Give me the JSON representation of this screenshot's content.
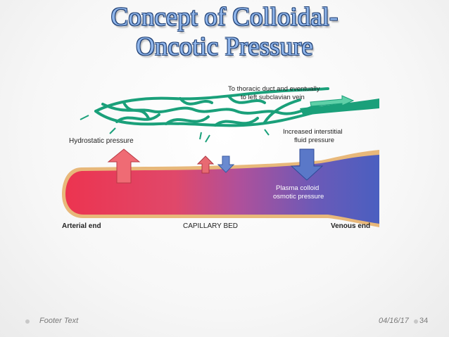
{
  "slide": {
    "title_line1": "Concept of Colloidal-",
    "title_line2": "Oncotic Pressure",
    "footer_text": "Footer Text",
    "date": "04/16/17",
    "page_number": "34"
  },
  "figure": {
    "label_thoracic_line1": "To thoracic duct and eventually",
    "label_thoracic_line2": "to left subclavian vein",
    "label_hydrostatic": "Hydrostatic pressure",
    "label_interstitial_line1": "Increased interstitial",
    "label_interstitial_line2": "fluid pressure",
    "label_colloid_line1": "Plasma colloid",
    "label_colloid_line2": "osmotic pressure",
    "label_arterial": "Arterial end",
    "label_capillary": "CAPILLARY BED",
    "label_venous": "Venous end",
    "colors": {
      "arterial": "#e8384f",
      "venous": "#4a5fbf",
      "lymph": "#1aa07a",
      "title": "#8fb5ea"
    }
  }
}
